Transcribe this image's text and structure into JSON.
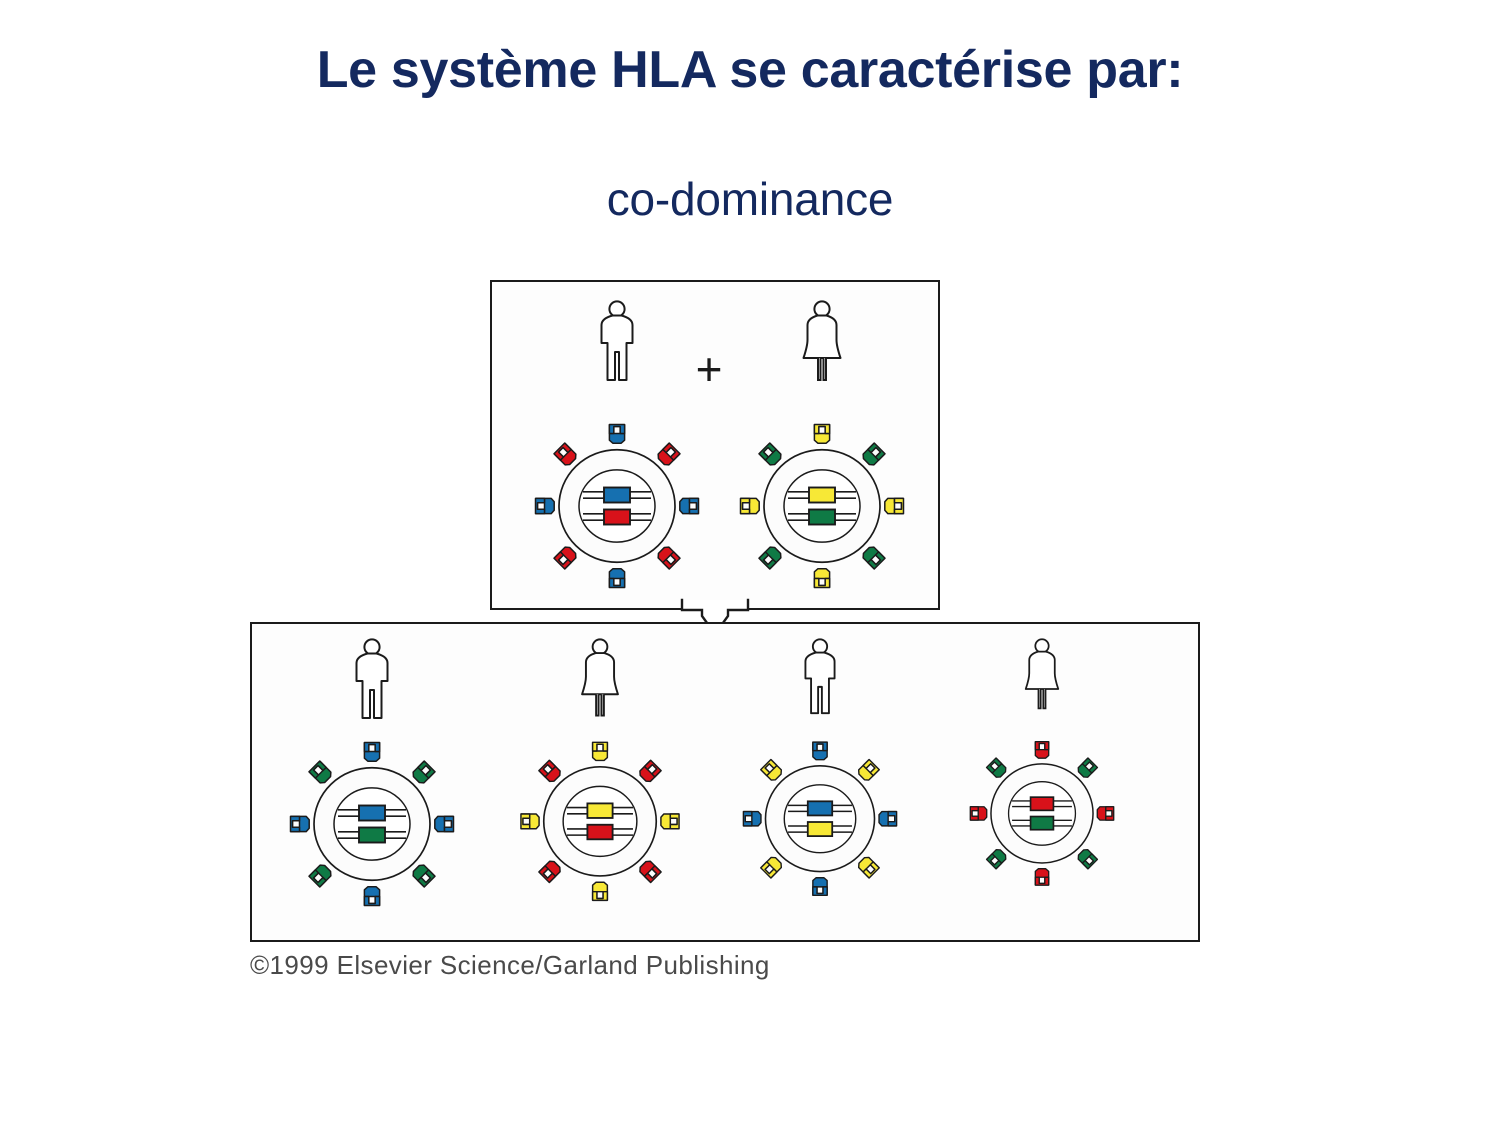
{
  "slide": {
    "title": "Le système HLA se caractérise par:",
    "subtitle": "co-dominance",
    "copyright": "©1999 Elsevier Science/Garland Publishing",
    "plus_symbol": "+",
    "title_color": "#14295f"
  },
  "palette": {
    "blue": "#1670b0",
    "red": "#d8121a",
    "yellow": "#f7e836",
    "green": "#0f7a45",
    "outline": "#1b1b1b",
    "cell_fill": "#fcfcfc"
  },
  "figure": {
    "parents_panel": {
      "label": "parents",
      "individuals": [
        {
          "id": "father",
          "sex": "male",
          "person_icon": "male-figure-icon",
          "cell_icon": "cell-with-mhc-icon",
          "alleles": [
            "blue",
            "red"
          ],
          "allele_colors": [
            "#1670b0",
            "#d8121a"
          ],
          "receptor_cardinal_color": "#1670b0",
          "receptor_diagonal_color": "#d8121a",
          "scale": 1.0
        },
        {
          "id": "mother",
          "sex": "female",
          "person_icon": "female-figure-icon",
          "cell_icon": "cell-with-mhc-icon",
          "alleles": [
            "yellow",
            "green"
          ],
          "allele_colors": [
            "#f7e836",
            "#0f7a45"
          ],
          "receptor_cardinal_color": "#f7e836",
          "receptor_diagonal_color": "#0f7a45",
          "scale": 1.0
        }
      ]
    },
    "offspring_panel": {
      "label": "offspring",
      "individuals": [
        {
          "id": "child-1",
          "sex": "male",
          "person_icon": "male-figure-icon",
          "cell_icon": "cell-with-mhc-icon",
          "alleles": [
            "blue",
            "green"
          ],
          "allele_colors": [
            "#1670b0",
            "#0f7a45"
          ],
          "receptor_cardinal_color": "#1670b0",
          "receptor_diagonal_color": "#0f7a45",
          "scale": 1.0
        },
        {
          "id": "child-2",
          "sex": "female",
          "person_icon": "female-figure-icon",
          "cell_icon": "cell-with-mhc-icon",
          "alleles": [
            "yellow",
            "red"
          ],
          "allele_colors": [
            "#f7e836",
            "#d8121a"
          ],
          "receptor_cardinal_color": "#f7e836",
          "receptor_diagonal_color": "#d8121a",
          "scale": 0.97
        },
        {
          "id": "child-3",
          "sex": "male",
          "person_icon": "male-figure-icon",
          "cell_icon": "cell-with-mhc-icon",
          "alleles": [
            "blue",
            "yellow"
          ],
          "allele_colors": [
            "#1670b0",
            "#f7e836"
          ],
          "receptor_cardinal_color": "#1670b0",
          "receptor_diagonal_color": "#f7e836",
          "scale": 0.94
        },
        {
          "id": "child-4",
          "sex": "female",
          "person_icon": "female-figure-icon",
          "cell_icon": "cell-with-mhc-icon",
          "alleles": [
            "red",
            "green"
          ],
          "allele_colors": [
            "#d8121a",
            "#0f7a45"
          ],
          "receptor_cardinal_color": "#d8121a",
          "receptor_diagonal_color": "#0f7a45",
          "scale": 0.88
        }
      ]
    },
    "arrow": {
      "icon": "down-arrow-icon",
      "direction": "down"
    }
  }
}
